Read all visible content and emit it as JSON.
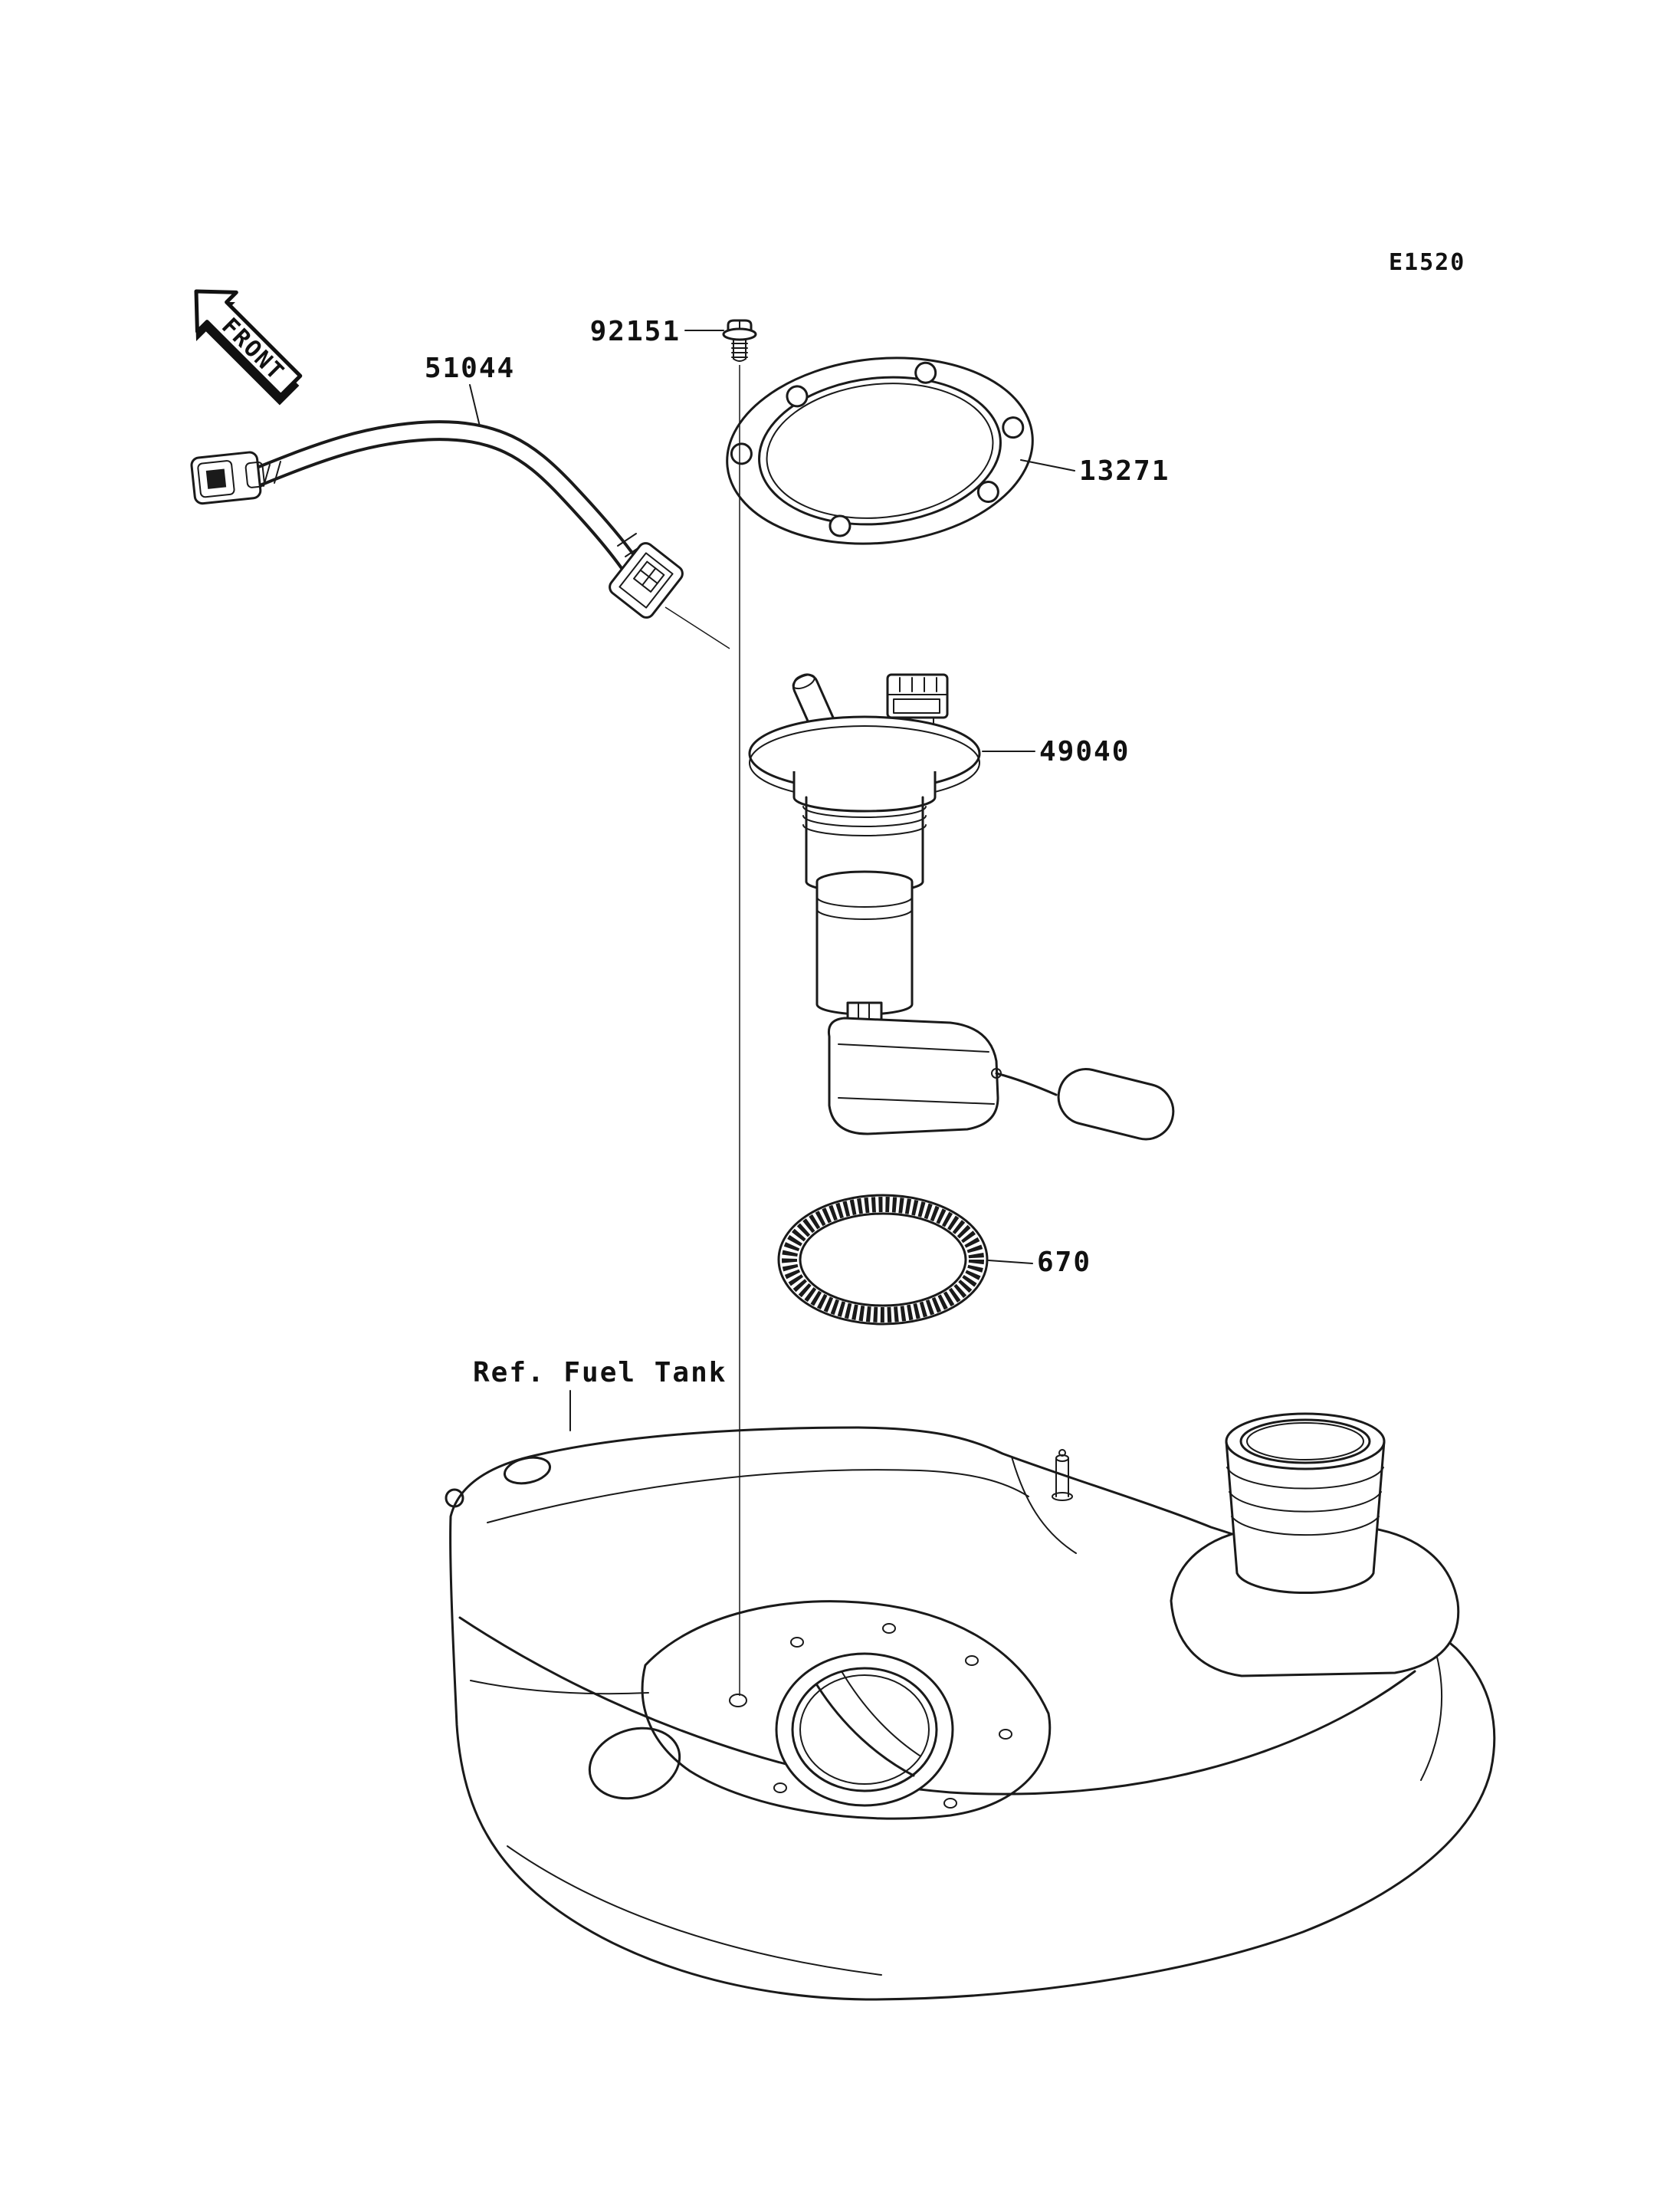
{
  "page": {
    "code": "E1520",
    "front_label": "FRONT",
    "ref_fuel_tank_label": "Ref. Fuel Tank"
  },
  "parts": [
    {
      "number": "92151"
    },
    {
      "number": "51044"
    },
    {
      "number": "13271"
    },
    {
      "number": "49040"
    },
    {
      "number": "670"
    }
  ]
}
